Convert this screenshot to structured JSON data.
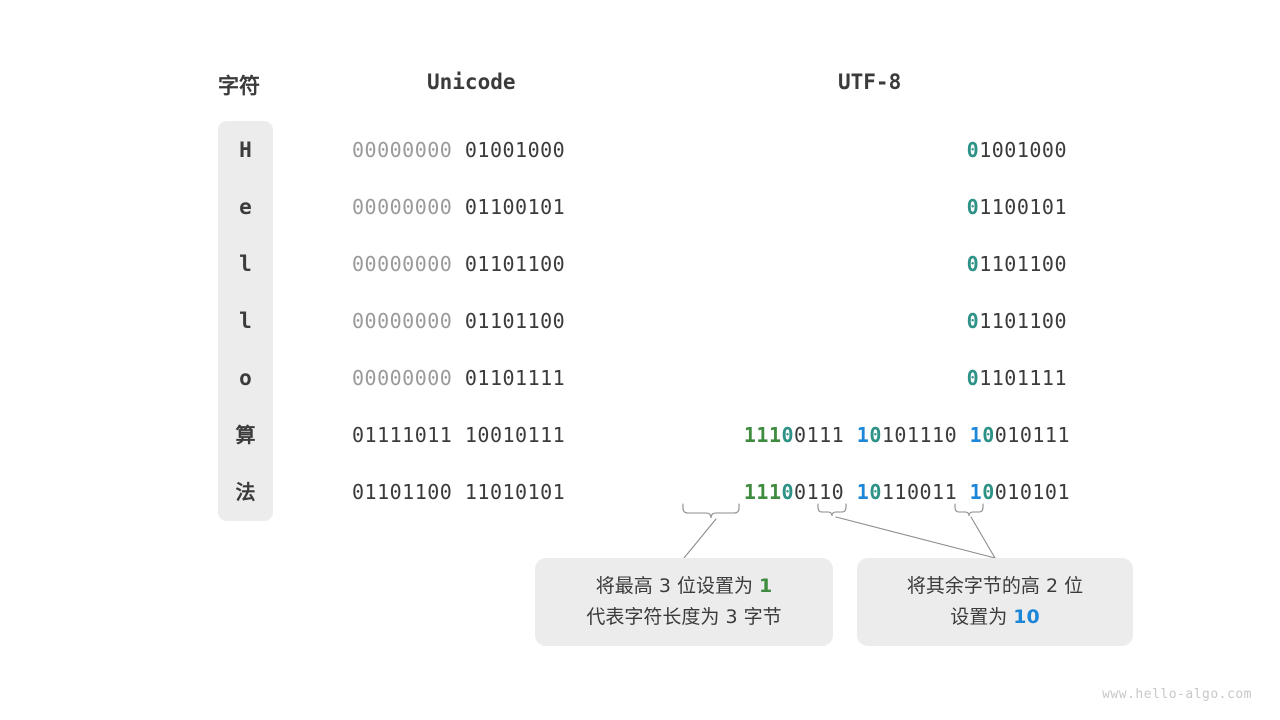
{
  "headers": {
    "char": "字符",
    "unicode": "Unicode",
    "utf8": "UTF-8"
  },
  "rows": [
    {
      "char": "H",
      "cjk": false,
      "unicode_high": "00000000",
      "unicode_low": "01001000",
      "utf8_lead_marker": "0",
      "utf8_rest": "1001000",
      "multibyte": false
    },
    {
      "char": "e",
      "cjk": false,
      "unicode_high": "00000000",
      "unicode_low": "01100101",
      "utf8_lead_marker": "0",
      "utf8_rest": "1100101",
      "multibyte": false
    },
    {
      "char": "l",
      "cjk": false,
      "unicode_high": "00000000",
      "unicode_low": "01101100",
      "utf8_lead_marker": "0",
      "utf8_rest": "1101100",
      "multibyte": false
    },
    {
      "char": "l",
      "cjk": false,
      "unicode_high": "00000000",
      "unicode_low": "01101100",
      "utf8_lead_marker": "0",
      "utf8_rest": "1101100",
      "multibyte": false
    },
    {
      "char": "o",
      "cjk": false,
      "unicode_high": "00000000",
      "unicode_low": "01101111",
      "utf8_lead_marker": "0",
      "utf8_rest": "1101111",
      "multibyte": false
    },
    {
      "char": "算",
      "cjk": true,
      "unicode_high": "01111011",
      "unicode_low": "10010111",
      "multibyte": true,
      "utf8_b1_ones": "111",
      "utf8_b1_zero": "0",
      "utf8_b1_rest": "0111",
      "utf8_b2_one": "1",
      "utf8_b2_zero": "0",
      "utf8_b2_rest": "101110",
      "utf8_b3_one": "1",
      "utf8_b3_zero": "0",
      "utf8_b3_rest": "010111"
    },
    {
      "char": "法",
      "cjk": true,
      "unicode_high": "01101100",
      "unicode_low": "11010101",
      "multibyte": true,
      "utf8_b1_ones": "111",
      "utf8_b1_zero": "0",
      "utf8_b1_rest": "0110",
      "utf8_b2_one": "1",
      "utf8_b2_zero": "0",
      "utf8_b2_rest": "110011",
      "utf8_b3_one": "1",
      "utf8_b3_zero": "0",
      "utf8_b3_rest": "010101"
    }
  ],
  "callouts": {
    "left": {
      "line1_prefix": "将最高 ",
      "line1_num": "3",
      "line1_mid": " 位设置为 ",
      "line1_value": "1",
      "line2": "代表字符长度为 3 字节"
    },
    "right": {
      "line1": "将其余字节的高 2 位",
      "line2_prefix": "设置为 ",
      "line2_value": "10"
    }
  },
  "watermark": "www.hello-algo.com",
  "colors": {
    "green": "#3f8b3f",
    "teal": "#2e9287",
    "blue": "#1c86d8",
    "dim": "#9a9a9a",
    "dark": "#3b3b3b",
    "chip": "#ececec"
  }
}
